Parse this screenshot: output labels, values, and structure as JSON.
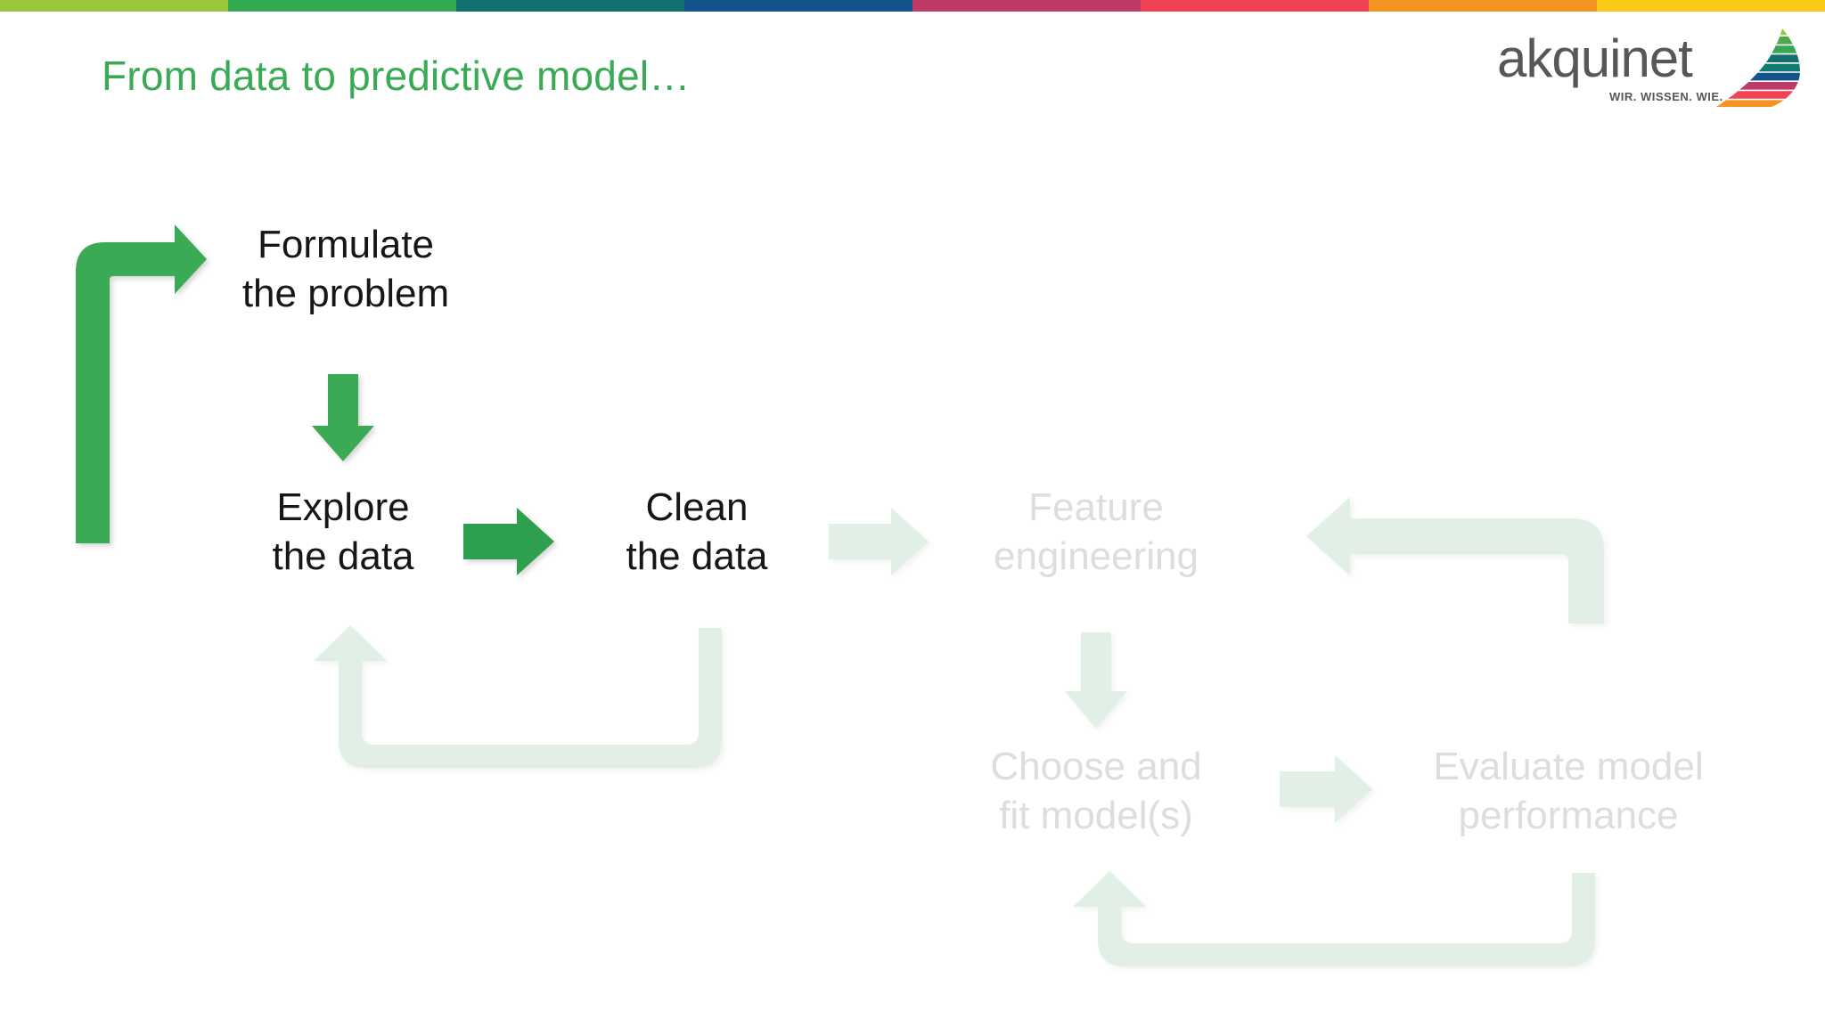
{
  "slide": {
    "title": "From data to predictive model…",
    "title_color": "#3AAA55",
    "background": "#ffffff"
  },
  "colorbar": {
    "segments": [
      {
        "name": "lime-green",
        "color": "#9AC63B"
      },
      {
        "name": "green",
        "color": "#34A853"
      },
      {
        "name": "teal",
        "color": "#13706E"
      },
      {
        "name": "blue",
        "color": "#14538A"
      },
      {
        "name": "magenta",
        "color": "#C03A66"
      },
      {
        "name": "red",
        "color": "#EF4355"
      },
      {
        "name": "orange",
        "color": "#F59322"
      },
      {
        "name": "yellow",
        "color": "#FCC819"
      }
    ]
  },
  "logo": {
    "wordmark": "akquinet",
    "tagline": "WIR. WISSEN. WIE.",
    "wordmark_color": "#575756",
    "wing_colors": [
      "#9AC63B",
      "#4FA84E",
      "#13706E",
      "#0E7C6E",
      "#14538A",
      "#C03A66",
      "#EF4355",
      "#F59322",
      "#FCC819"
    ]
  },
  "diagram": {
    "accent_color": "#3AAA55",
    "faded_arrow_color": "#E2EFE7",
    "faded_text_color": "#DDDDDD",
    "nodes": [
      {
        "id": "formulate",
        "lines": [
          "Formulate",
          "the problem"
        ],
        "state": "active"
      },
      {
        "id": "explore",
        "lines": [
          "Explore",
          "the data"
        ],
        "state": "active"
      },
      {
        "id": "clean",
        "lines": [
          "Clean",
          "the data"
        ],
        "state": "active"
      },
      {
        "id": "feature",
        "lines": [
          "Feature",
          "engineering"
        ],
        "state": "faded"
      },
      {
        "id": "choose",
        "lines": [
          "Choose and",
          "fit model(s)"
        ],
        "state": "faded"
      },
      {
        "id": "evaluate",
        "lines": [
          "Evaluate model",
          "performance"
        ],
        "state": "faded"
      }
    ],
    "connectors": [
      {
        "id": "loop-left-elbow",
        "kind": "elbow-up-right",
        "state": "active"
      },
      {
        "id": "formulate-to-explore",
        "kind": "arrow-down",
        "state": "active"
      },
      {
        "id": "explore-to-clean",
        "kind": "arrow-right",
        "state": "active"
      },
      {
        "id": "clean-to-feature",
        "kind": "arrow-right",
        "state": "faded"
      },
      {
        "id": "explore-clean-loop",
        "kind": "loop-u-up-left",
        "state": "faded"
      },
      {
        "id": "feature-to-choose",
        "kind": "arrow-down",
        "state": "faded"
      },
      {
        "id": "choose-to-evaluate",
        "kind": "arrow-right",
        "state": "faded"
      },
      {
        "id": "evaluate-to-feature",
        "kind": "elbow-up-left",
        "state": "faded"
      },
      {
        "id": "choose-evaluate-loop",
        "kind": "loop-u-up-left",
        "state": "faded"
      }
    ]
  }
}
